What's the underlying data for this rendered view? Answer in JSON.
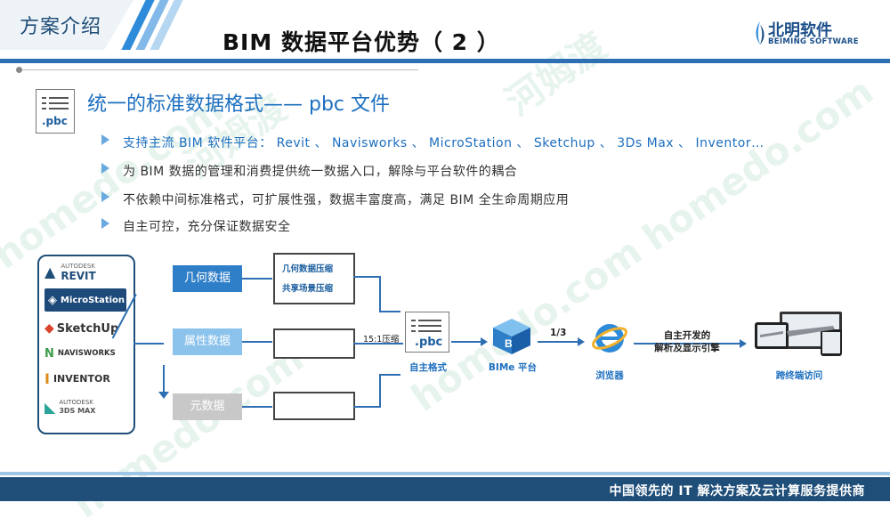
{
  "header": {
    "section_tag": "方案介绍",
    "title": "BIM 数据平台优势（ 2 ）",
    "logo_name": "北明软件",
    "logo_sub": "BEIMING SOFTWARE"
  },
  "subtitle": {
    "icon_ext": ".pbc",
    "text": "统一的标准数据格式—— pbc 文件"
  },
  "bullets": [
    "支持主流 BIM 软件平台： Revit 、 Navisworks 、 MicroStation 、 Sketchup 、 3Ds Max 、 Inventor…",
    "为 BIM 数据的管理和消费提供统一数据入口，解除与平台软件的耦合",
    "不依赖中间标准格式，可扩展性强，数据丰富度高，满足 BIM 全生命周期应用",
    "自主可控，充分保证数据安全"
  ],
  "software": [
    {
      "label": "REVIT",
      "sub": "AUTODESK",
      "color": "#1f4e79",
      "bg": "#ffffff"
    },
    {
      "label": "MicroStation",
      "color": "#ffffff",
      "bg": "#1e4a7a"
    },
    {
      "label": "SketchUp",
      "color": "#333333",
      "bg": "#ffffff"
    },
    {
      "label": "NAVISWORKS",
      "color": "#333333",
      "bg": "#ffffff"
    },
    {
      "label": "INVENTOR",
      "color": "#333333",
      "bg": "#ffffff"
    },
    {
      "label": "3DS MAX",
      "sub": "AUTODESK",
      "color": "#555555",
      "bg": "#ffffff"
    }
  ],
  "diagram": {
    "cat_geometry": "几何数据",
    "cat_attribute": "属性数据",
    "cat_meta": "元数据",
    "proc_geometry_1": "几何数据压缩",
    "proc_geometry_2": "共享场景压缩",
    "ratio": "15:1压缩",
    "pbc_label": ".pbc",
    "own_format": "自主格式",
    "platform": "BIMe 平台",
    "fraction": "1/3",
    "browser": "浏览器",
    "engine": "自主开发的\n解析及显示引擎",
    "terminal": "跨终端访问"
  },
  "footer": {
    "text": "中国领先的 IT 解决方案及云计算服务提供商"
  },
  "watermarks": [
    "homedo.com",
    "河姆渡"
  ],
  "colors": {
    "accent": "#2e6fb3",
    "dark": "#1f4e79",
    "cat_geometry": "#2f7fc8",
    "cat_attribute": "#8cc3ec",
    "cat_meta": "#c8c8c8"
  }
}
